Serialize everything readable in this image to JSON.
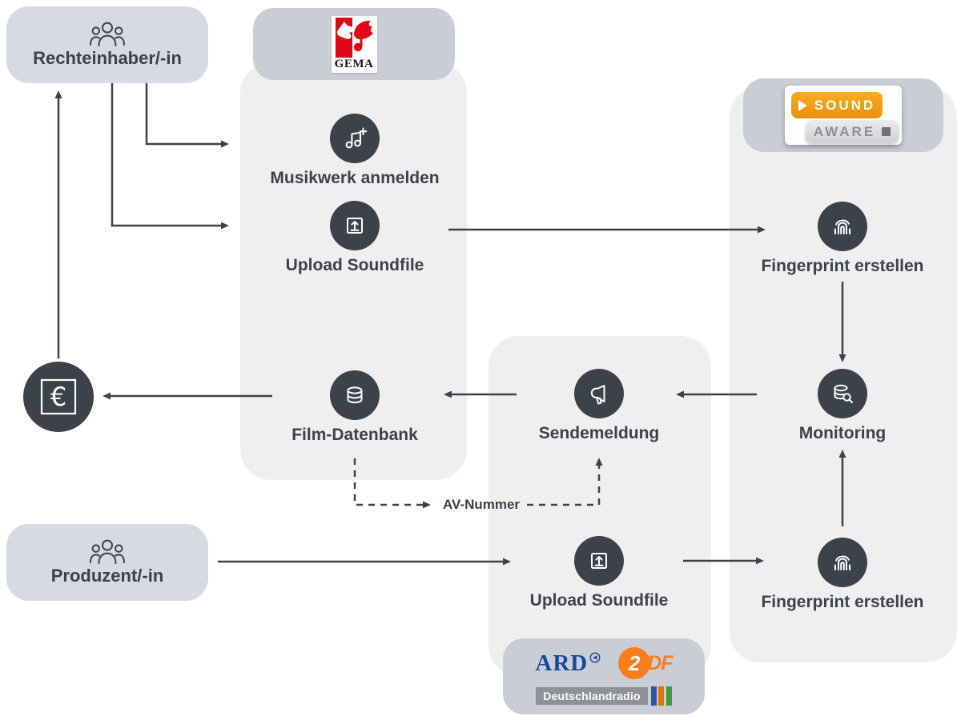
{
  "nodes": {
    "rights_holder": "Rechteinhaber/-in",
    "producer": "Produzent/-in",
    "register_work": "Musikwerk anmelden",
    "upload_soundfile_gema": "Upload Soundfile",
    "film_database": "Film-Datenbank",
    "broadcast_report": "Sendemeldung",
    "upload_soundfile_broadcaster": "Upload Soundfile",
    "fingerprint_top": "Fingerprint erstellen",
    "monitoring": "Monitoring",
    "fingerprint_bottom": "Fingerprint erstellen"
  },
  "annotations": {
    "av_number": "AV-Nummer",
    "euro_symbol": "€"
  },
  "logos": {
    "gema": "GEMA",
    "soundaware_sound": "SOUND",
    "soundaware_aware": "AWARE",
    "ard": "ARD",
    "zdf_circle": "2",
    "zdf_rest": "DF",
    "deutschlandradio": "Deutschlandradio"
  },
  "colors": {
    "node_dark": "#3b424a",
    "panel_gray": "#efefef",
    "band_gray": "#c9cdd5",
    "actor_blue_gray": "#d5dae3",
    "gema_red": "#e30613",
    "soundaware_orange": "#f29c13",
    "ard_blue": "#16489e",
    "zdf_orange": "#fa7d19",
    "dradio_blue": "#2e55a3",
    "dradio_orange": "#e87200",
    "dradio_green": "#3f9c3a"
  }
}
